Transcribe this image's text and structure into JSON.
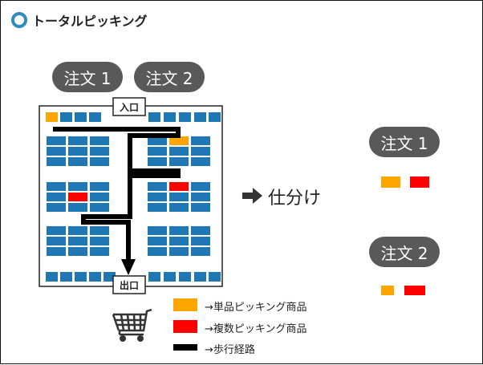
{
  "title": "トータルピッキング",
  "orders_top": [
    "注文 1",
    "注文 2"
  ],
  "entrance": "入口",
  "exit": "出口",
  "sort_label": "仕分け",
  "orders_right": [
    "注文 1",
    "注文 2"
  ],
  "legend": [
    {
      "color": "#ffa500",
      "label": "→単品ピッキング商品"
    },
    {
      "color": "#ff0000",
      "label": "→複数ピッキング商品"
    },
    {
      "color": "#000000",
      "label": "→歩行経路"
    }
  ],
  "colors": {
    "shelf": "#1f77b4",
    "single": "#ffa500",
    "multi": "#ff0000",
    "pill": "#595959",
    "accent": "#2e8bc0"
  },
  "icons": {
    "title": "ring-icon",
    "sort": "arrow-right-icon",
    "cart": "shopping-cart-icon"
  }
}
